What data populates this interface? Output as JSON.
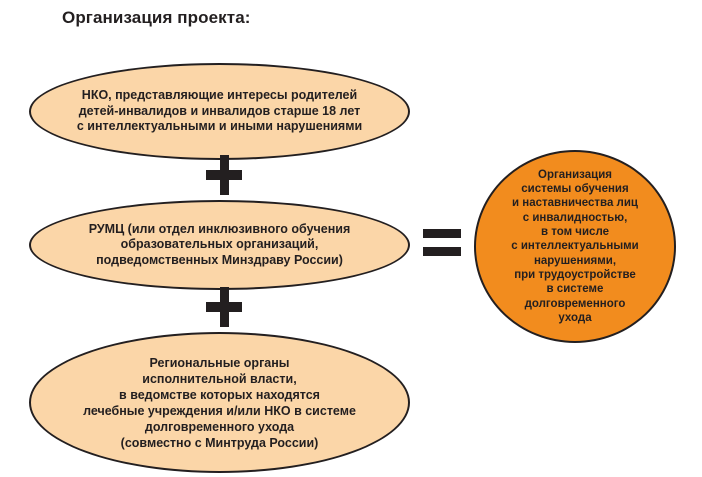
{
  "title": "Организация проекта:",
  "nodes": {
    "ngo": "НКО, представляющие интересы родителей\nдетей-инвалидов и инвалидов старше 18 лет\nс интеллектуальными и иными нарушениями",
    "rumc": "РУМЦ (или отдел инклюзивного обучения\nобразовательных организаций,\nподведомственных Минздраву России)",
    "regional": "Региональные органы\nисполнительной власти,\nв ведомстве которых находятся\nлечебные учреждения и/или НКО в системе\nдолговременного ухода\n(совместно с Минтруда России)",
    "result": "Организация\nсистемы обучения\nи наставничества лиц\nс инвалидностью,\nв том числе\nс интеллектуальными\nнарушениями,\nпри трудоустройстве\nв системе\nдолговременного\nухода"
  },
  "colors": {
    "ellipse_fill": "#fbd6a8",
    "result_fill": "#f28c1e",
    "stroke": "#231f20"
  }
}
